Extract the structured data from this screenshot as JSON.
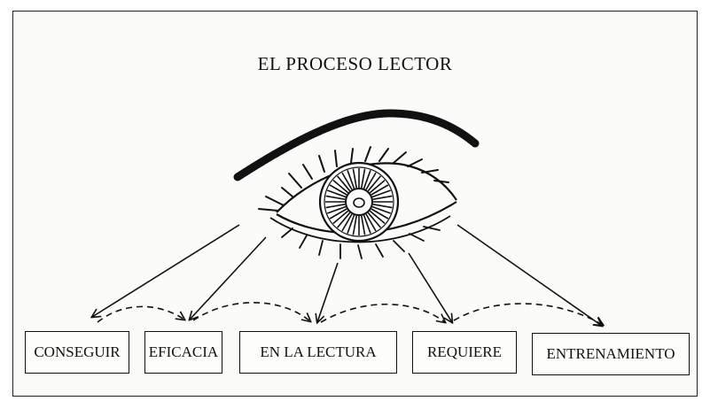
{
  "diagram": {
    "title": "EL PROCESO LECTOR",
    "nodes": [
      {
        "id": "conseguir",
        "label": "CONSEGUIR"
      },
      {
        "id": "eficacia",
        "label": "EFICACIA"
      },
      {
        "id": "en-la-lectura",
        "label": "EN LA LECTURA"
      },
      {
        "id": "requiere",
        "label": "REQUIERE"
      },
      {
        "id": "entrenamiento",
        "label": "ENTRENAMIENTO"
      }
    ],
    "edges": [
      {
        "from": "eye",
        "to": "conseguir",
        "style": "solid"
      },
      {
        "from": "eye",
        "to": "eficacia",
        "style": "solid"
      },
      {
        "from": "eye",
        "to": "en-la-lectura",
        "style": "solid"
      },
      {
        "from": "eye",
        "to": "requiere",
        "style": "solid"
      },
      {
        "from": "eye",
        "to": "entrenamiento",
        "style": "solid"
      },
      {
        "from": "conseguir",
        "to": "eficacia",
        "style": "dashed"
      },
      {
        "from": "eficacia",
        "to": "en-la-lectura",
        "style": "dashed"
      },
      {
        "from": "en-la-lectura",
        "to": "requiere",
        "style": "dashed"
      },
      {
        "from": "requiere",
        "to": "entrenamiento",
        "style": "dashed"
      }
    ],
    "central_image": "eye-icon"
  }
}
